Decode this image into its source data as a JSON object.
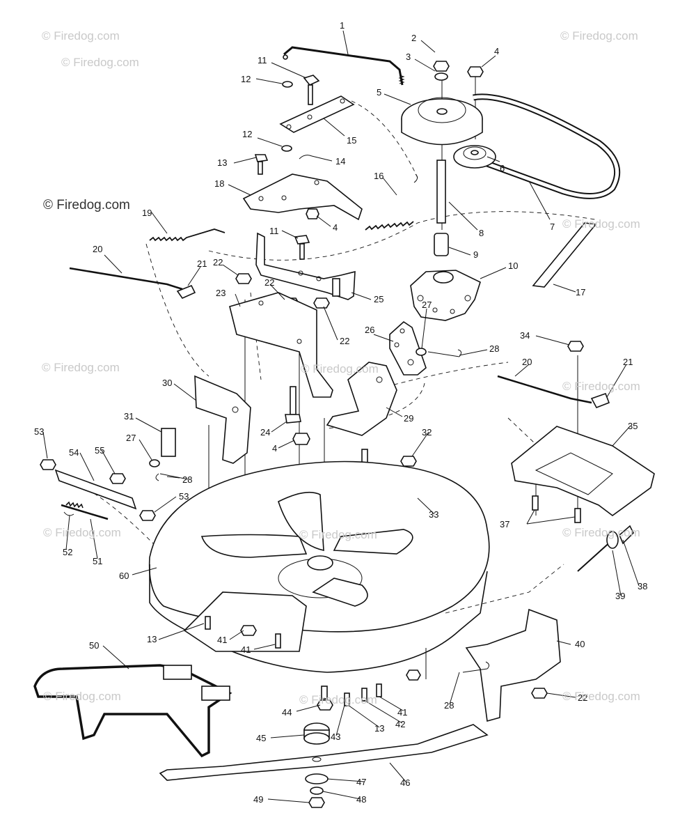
{
  "watermarks": [
    {
      "text": "© Firedog.com",
      "style": "light"
    },
    {
      "text": "© Firedog.com",
      "style": "light"
    },
    {
      "text": "© Firedog.com",
      "style": "light"
    },
    {
      "text": "© Firedog.com",
      "style": "dark"
    },
    {
      "text": "© Firedog.com",
      "style": "light"
    },
    {
      "text": "© Firedog.com",
      "style": "light"
    },
    {
      "text": "© Firedog.com",
      "style": "light"
    },
    {
      "text": "© Firedog.com",
      "style": "light"
    },
    {
      "text": "© Firedog.com",
      "style": "light"
    },
    {
      "text": "© Firedog.com",
      "style": "light"
    },
    {
      "text": "© Firedog.com",
      "style": "light"
    },
    {
      "text": "© Firedog.com",
      "style": "light"
    },
    {
      "text": "© Firedog.com",
      "style": "light"
    },
    {
      "text": "© Firedog.com",
      "style": "light"
    }
  ],
  "callouts": [
    "1",
    "2",
    "3",
    "4",
    "5",
    "11",
    "12",
    "15",
    "12",
    "14",
    "13",
    "18",
    "16",
    "6",
    "4",
    "7",
    "19",
    "11",
    "8",
    "9",
    "20",
    "21",
    "22",
    "22",
    "23",
    "25",
    "10",
    "17",
    "22",
    "26",
    "27",
    "28",
    "34",
    "20",
    "21",
    "30",
    "31",
    "29",
    "24",
    "4",
    "27",
    "28",
    "53",
    "54",
    "55",
    "53",
    "32",
    "35",
    "33",
    "52",
    "51",
    "37",
    "60",
    "38",
    "39",
    "13",
    "41",
    "41",
    "40",
    "50",
    "28",
    "22",
    "44",
    "41",
    "42",
    "13",
    "43",
    "45",
    "46",
    "47",
    "49",
    "48"
  ]
}
